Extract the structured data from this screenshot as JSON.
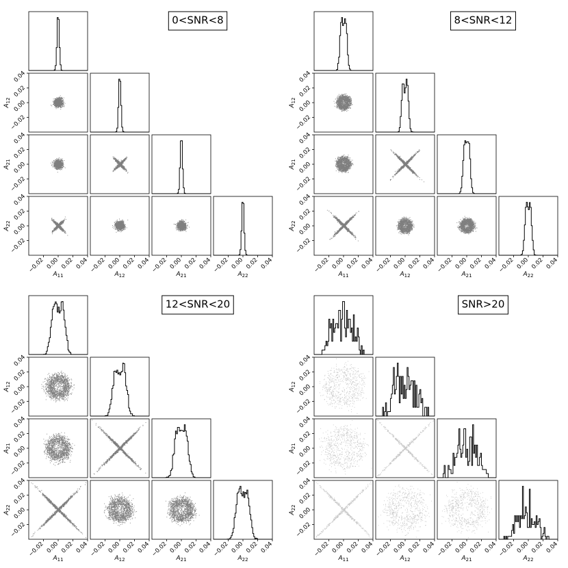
{
  "figure": {
    "colors": {
      "ink": "#000000",
      "panel_frame": "#000000",
      "background": "#ffffff"
    },
    "axis": {
      "range": [
        -0.04,
        0.04
      ],
      "tick_values": [
        -0.02,
        0.0,
        0.02,
        0.04
      ],
      "tick_labels": [
        "−0.02",
        "0.00",
        "0.02",
        "0.04"
      ],
      "y_tick_values": [
        0.04,
        0.02,
        0.0,
        -0.02
      ],
      "y_tick_labels": [
        "0.04",
        "0.02",
        "0.00",
        "−0.02"
      ]
    },
    "variables": [
      {
        "base": "A",
        "sub": "11"
      },
      {
        "base": "A",
        "sub": "12"
      },
      {
        "base": "A",
        "sub": "21"
      },
      {
        "base": "A",
        "sub": "22"
      }
    ]
  },
  "chart_data": [
    {
      "type": "corner",
      "title": "0<SNR<8",
      "variables": [
        "A11",
        "A12",
        "A21",
        "A22"
      ],
      "xlim": [
        -0.04,
        0.04
      ],
      "ylim": [
        -0.04,
        0.04
      ],
      "marginals": [
        {
          "shape": "unimodal",
          "center": 0.0,
          "width": 0.003
        },
        {
          "shape": "unimodal",
          "center": 0.0,
          "width": 0.003
        },
        {
          "shape": "unimodal",
          "center": 0.0,
          "width": 0.003
        },
        {
          "shape": "unimodal",
          "center": 0.0,
          "width": 0.003
        }
      ],
      "pairs": [
        {
          "x": "A11",
          "y": "A12",
          "pattern": "blob",
          "radius": 0.006
        },
        {
          "x": "A11",
          "y": "A21",
          "pattern": "blob",
          "radius": 0.006
        },
        {
          "x": "A12",
          "y": "A21",
          "pattern": "cross",
          "radius": 0.006
        },
        {
          "x": "A11",
          "y": "A22",
          "pattern": "cross",
          "radius": 0.006
        },
        {
          "x": "A12",
          "y": "A22",
          "pattern": "blob",
          "radius": 0.006
        },
        {
          "x": "A21",
          "y": "A22",
          "pattern": "blob",
          "radius": 0.006
        }
      ]
    },
    {
      "type": "corner",
      "title": "8<SNR<12",
      "variables": [
        "A11",
        "A12",
        "A21",
        "A22"
      ],
      "xlim": [
        -0.04,
        0.04
      ],
      "ylim": [
        -0.04,
        0.04
      ],
      "marginals": [
        {
          "shape": "bimodal",
          "center": 0.0,
          "width": 0.006
        },
        {
          "shape": "bimodal",
          "center": 0.0,
          "width": 0.006
        },
        {
          "shape": "bimodal",
          "center": 0.0,
          "width": 0.006
        },
        {
          "shape": "bimodal",
          "center": 0.0,
          "width": 0.006
        }
      ],
      "pairs": [
        {
          "x": "A11",
          "y": "A12",
          "pattern": "ring",
          "radius": 0.008
        },
        {
          "x": "A11",
          "y": "A21",
          "pattern": "ring",
          "radius": 0.008
        },
        {
          "x": "A12",
          "y": "A21",
          "pattern": "cross",
          "radius": 0.012
        },
        {
          "x": "A11",
          "y": "A22",
          "pattern": "cross",
          "radius": 0.012
        },
        {
          "x": "A12",
          "y": "A22",
          "pattern": "ring",
          "radius": 0.008
        },
        {
          "x": "A21",
          "y": "A22",
          "pattern": "ring",
          "radius": 0.008
        }
      ]
    },
    {
      "type": "corner",
      "title": "12<SNR<20",
      "variables": [
        "A11",
        "A12",
        "A21",
        "A22"
      ],
      "xlim": [
        -0.04,
        0.04
      ],
      "ylim": [
        -0.04,
        0.04
      ],
      "marginals": [
        {
          "shape": "bimodal",
          "center": 0.0,
          "width": 0.012
        },
        {
          "shape": "bimodal",
          "center": 0.0,
          "width": 0.012
        },
        {
          "shape": "bimodal",
          "center": 0.0,
          "width": 0.012
        },
        {
          "shape": "bimodal",
          "center": 0.0,
          "width": 0.012
        }
      ],
      "pairs": [
        {
          "x": "A11",
          "y": "A12",
          "pattern": "ring",
          "radius": 0.014
        },
        {
          "x": "A11",
          "y": "A21",
          "pattern": "ring",
          "radius": 0.014
        },
        {
          "x": "A12",
          "y": "A21",
          "pattern": "cross",
          "radius": 0.022
        },
        {
          "x": "A11",
          "y": "A22",
          "pattern": "cross",
          "radius": 0.022
        },
        {
          "x": "A12",
          "y": "A22",
          "pattern": "ring",
          "radius": 0.014
        },
        {
          "x": "A21",
          "y": "A22",
          "pattern": "ring",
          "radius": 0.014
        }
      ]
    },
    {
      "type": "corner",
      "title": "SNR>20",
      "variables": [
        "A11",
        "A12",
        "A21",
        "A22"
      ],
      "xlim": [
        -0.04,
        0.04
      ],
      "ylim": [
        -0.04,
        0.04
      ],
      "marginals": [
        {
          "shape": "broad",
          "center": 0.0,
          "width": 0.02
        },
        {
          "shape": "broad",
          "center": 0.0,
          "width": 0.02
        },
        {
          "shape": "broad",
          "center": 0.0,
          "width": 0.02
        },
        {
          "shape": "broad",
          "center": 0.0,
          "width": 0.02
        }
      ],
      "pairs": [
        {
          "x": "A11",
          "y": "A12",
          "pattern": "ring",
          "radius": 0.024
        },
        {
          "x": "A11",
          "y": "A21",
          "pattern": "ring",
          "radius": 0.024
        },
        {
          "x": "A12",
          "y": "A21",
          "pattern": "cross",
          "radius": 0.035
        },
        {
          "x": "A11",
          "y": "A22",
          "pattern": "cross",
          "radius": 0.035
        },
        {
          "x": "A12",
          "y": "A22",
          "pattern": "ring",
          "radius": 0.024
        },
        {
          "x": "A21",
          "y": "A22",
          "pattern": "ring",
          "radius": 0.024
        }
      ]
    }
  ]
}
